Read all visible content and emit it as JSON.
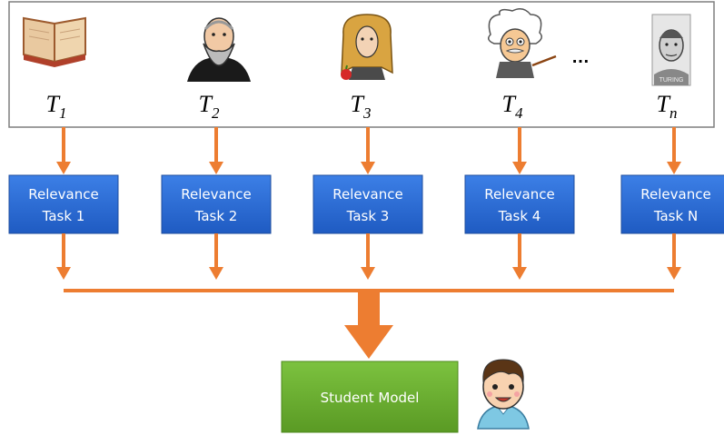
{
  "teachers": [
    {
      "symbol": "T",
      "subscript": "1",
      "icon": "open-book-icon"
    },
    {
      "symbol": "T",
      "subscript": "2",
      "icon": "bearded-scientist-portrait-icon"
    },
    {
      "symbol": "T",
      "subscript": "3",
      "icon": "wigged-scientist-with-apple-icon"
    },
    {
      "symbol": "T",
      "subscript": "4",
      "icon": "einstein-cartoon-icon"
    },
    {
      "symbol": "T",
      "subscript": "n",
      "icon": "turing-portrait-icon"
    }
  ],
  "ellipsis": "…",
  "tasks": [
    {
      "line1": "Relevance",
      "line2": "Task 1"
    },
    {
      "line1": "Relevance",
      "line2": "Task 2"
    },
    {
      "line1": "Relevance",
      "line2": "Task 3"
    },
    {
      "line1": "Relevance",
      "line2": "Task 4"
    },
    {
      "line1": "Relevance",
      "line2": "Task N"
    }
  ],
  "student": {
    "label": "Student Model",
    "icon": "student-avatar-icon"
  },
  "colors": {
    "arrow": "#ED7D31",
    "task_box": "#2E6FD8",
    "task_box_dark": "#1F4E9E",
    "student_box": "#6AAA2E",
    "frame": "#7F7F7F"
  }
}
